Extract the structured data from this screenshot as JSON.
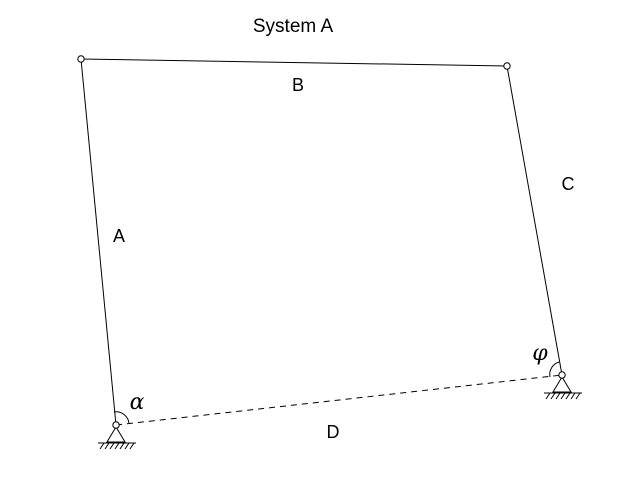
{
  "title": "System A",
  "links": {
    "a": "A",
    "b": "B",
    "c": "C",
    "d": "D"
  },
  "angles": {
    "alpha": "α",
    "phi": "φ"
  }
}
